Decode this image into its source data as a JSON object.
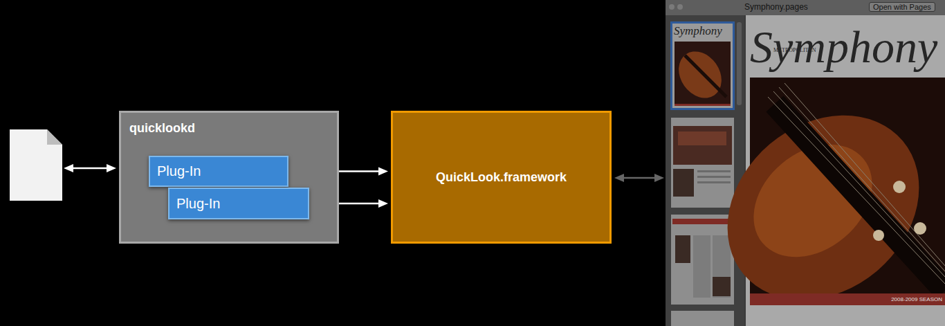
{
  "diagram": {
    "nodes": [
      {
        "text": [
          "quicklookd"
        ]
      },
      {
        "text": [
          "Plug-In"
        ],
        "in": 0
      },
      {
        "text": [
          "Plug-In"
        ],
        "in": 0
      },
      {
        "text": [
          "QuickLook.framework"
        ]
      }
    ],
    "edges": [
      {
        "from": 1,
        "to": 3,
        "arrow": "both"
      },
      {
        "from": 2,
        "to": 3,
        "arrow": "both"
      }
    ],
    "labels": [
      "Symphony.pages",
      "Open with Pages",
      "Symphony",
      "METROPOLITAN",
      "Symphony",
      "2008-2009 SEASON"
    ]
  }
}
